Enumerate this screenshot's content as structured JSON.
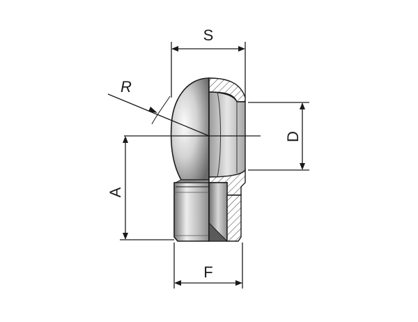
{
  "drawing": {
    "labels": {
      "s": "S",
      "r": "R",
      "d": "D",
      "a": "A",
      "f": "F"
    },
    "colors": {
      "line": "#1a1a1a",
      "metal_light": "#f2f2f2",
      "metal_mid": "#b5b5b5",
      "metal_dark": "#6e6e6e",
      "hatch": "#555555"
    }
  }
}
